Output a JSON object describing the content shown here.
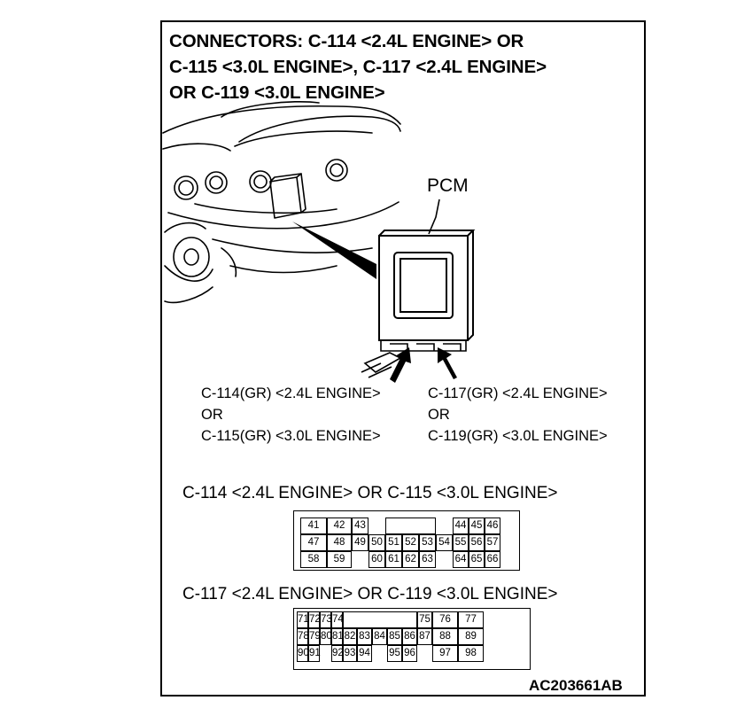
{
  "title_lines": [
    "CONNECTORS: C-114 <2.4L ENGINE> OR",
    "C-115 <3.0L ENGINE>, C-117 <2.4L ENGINE>",
    "OR C-119 <3.0L ENGINE>"
  ],
  "pcm_label": "PCM",
  "left_callout": [
    "C-114(GR) <2.4L ENGINE>",
    "OR",
    "C-115(GR) <3.0L ENGINE>"
  ],
  "right_callout": [
    "C-117(GR) <2.4L ENGINE>",
    "OR",
    "C-119(GR) <3.0L ENGINE>"
  ],
  "connector_a": {
    "heading": "C-114 <2.4L ENGINE> OR C-115 <3.0L ENGINE>",
    "rows": [
      [
        "41",
        "42",
        "43",
        "",
        "",
        "",
        "",
        "",
        "44",
        "45",
        "46"
      ],
      [
        "47",
        "48",
        "49",
        "50",
        "51",
        "52",
        "53",
        "54",
        "55",
        "56",
        "57"
      ],
      [
        "58",
        "59",
        "",
        "60",
        "61",
        "62",
        "63",
        "",
        "64",
        "65",
        "66"
      ]
    ]
  },
  "connector_b": {
    "heading": "C-117 <2.4L ENGINE> OR C-119 <3.0L ENGINE>",
    "rows": [
      [
        "71",
        "72",
        "73",
        "74",
        "",
        "",
        "",
        "",
        "",
        "75",
        "76",
        "77"
      ],
      [
        "78",
        "79",
        "80",
        "81",
        "82",
        "83",
        "84",
        "85",
        "86",
        "87",
        "88",
        "89"
      ],
      [
        "90",
        "91",
        "",
        "92",
        "93",
        "94",
        "",
        "95",
        "96",
        "",
        "97",
        "98"
      ]
    ]
  },
  "figure_code": "AC203661AB"
}
